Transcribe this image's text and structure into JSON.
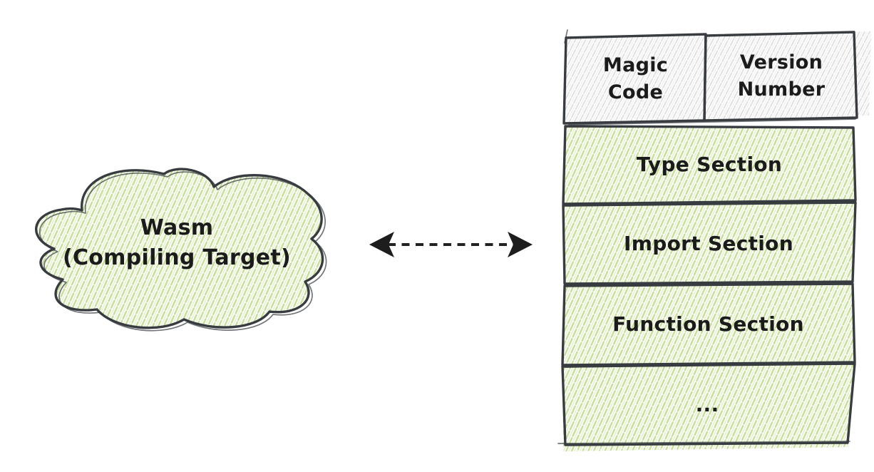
{
  "cloud": {
    "line1": "Wasm",
    "line2": "(Compiling Target)"
  },
  "arrow": {
    "type": "dashed-double-headed",
    "direction": "horizontal"
  },
  "stack": {
    "header_cells": [
      {
        "line1": "Magic",
        "line2": "Code",
        "fill": "gray-hatch"
      },
      {
        "line1": "Version",
        "line2": "Number",
        "fill": "gray-hatch"
      }
    ],
    "sections": [
      {
        "label": "Type Section",
        "fill": "green-hatch"
      },
      {
        "label": "Import Section",
        "fill": "green-hatch"
      },
      {
        "label": "Function Section",
        "fill": "green-hatch"
      },
      {
        "label": "...",
        "fill": "green-hatch"
      }
    ]
  },
  "colors": {
    "stroke": "#383c40",
    "green_hatch": "#c5e096",
    "gray_hatch": "#e0e0e0",
    "arrow": "#1d1d1d",
    "text": "#1b1b1b",
    "background": "#ffffff"
  }
}
